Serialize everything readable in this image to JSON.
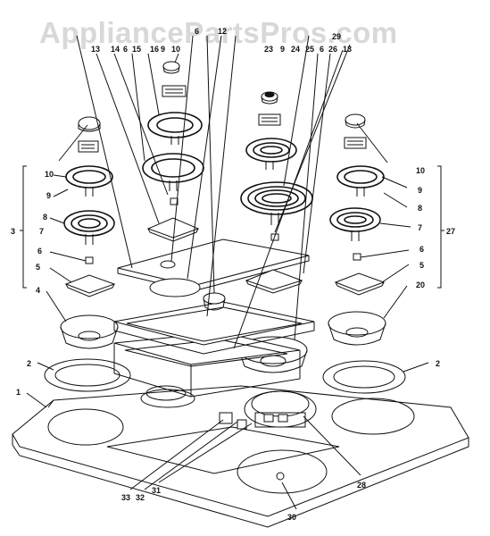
{
  "watermark": "AppliancePartsPros.com",
  "callouts": {
    "c1": "1",
    "c2a": "2",
    "c2b": "2",
    "c3": "3",
    "c4": "4",
    "c5a": "5",
    "c5b": "5",
    "c6a": "6",
    "c6b": "6",
    "c7a": "7",
    "c7b": "7",
    "c8a": "8",
    "c8b": "8",
    "c9a": "9",
    "c9b": "9",
    "c9c": "9",
    "c9d": "9",
    "c10a": "10",
    "c10b": "10",
    "c10c": "10",
    "c12": "12",
    "c13a": "13",
    "c13b": "13",
    "c14": "14",
    "c15": "15",
    "c16": "16",
    "c20": "20",
    "c23": "23",
    "c24": "24",
    "c25": "25",
    "c26": "26",
    "c27": "27",
    "c28": "28",
    "c29": "29",
    "c30": "30",
    "c31": "31",
    "c32": "32",
    "c33": "33",
    "c6c": "6",
    "c6d": "6",
    "c6e": "6"
  }
}
